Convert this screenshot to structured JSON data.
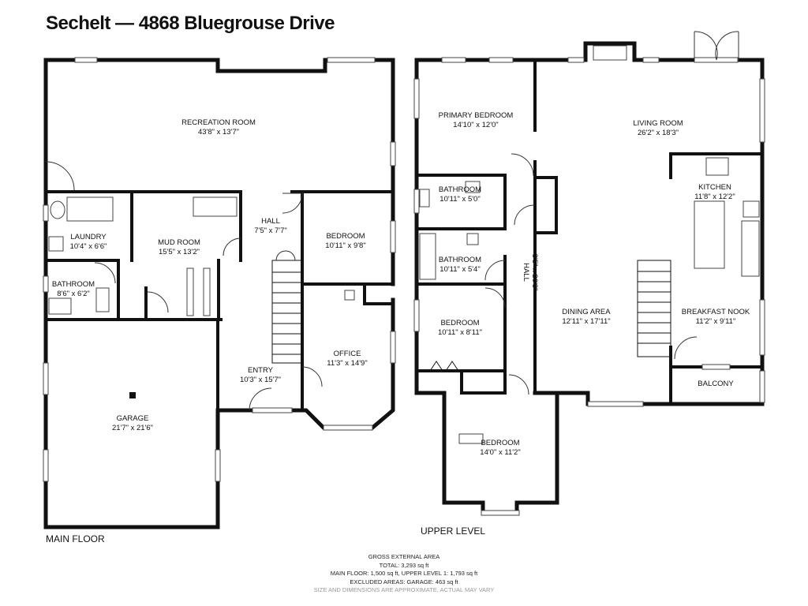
{
  "title": "Sechelt — 4868 Bluegrouse Drive",
  "levels": {
    "main": "MAIN FLOOR",
    "upper": "UPPER LEVEL"
  },
  "rooms": {
    "recreation": {
      "name": "RECREATION ROOM",
      "dim": "43'8\" x 13'7\""
    },
    "laundry": {
      "name": "LAUNDRY",
      "dim": "10'4\" x 6'6\""
    },
    "mud": {
      "name": "MUD ROOM",
      "dim": "15'5\" x 13'2\""
    },
    "hall_main": {
      "name": "HALL",
      "dim": "7'5\" x 7'7\""
    },
    "bedroom_main": {
      "name": "BEDROOM",
      "dim": "10'11\" x 9'8\""
    },
    "bath_main": {
      "name": "BATHROOM",
      "dim": "8'6\" x 6'2\""
    },
    "office": {
      "name": "OFFICE",
      "dim": "11'3\" x 14'9\""
    },
    "entry": {
      "name": "ENTRY",
      "dim": "10'3\" x 15'7\""
    },
    "garage": {
      "name": "GARAGE",
      "dim": "21'7\" x 21'6\""
    },
    "primary": {
      "name": "PRIMARY BEDROOM",
      "dim": "14'10\" x 12'0\""
    },
    "living": {
      "name": "LIVING ROOM",
      "dim": "26'2\" x 18'3\""
    },
    "bath_up1": {
      "name": "BATHROOM",
      "dim": "10'11\" x 5'0\""
    },
    "bath_up2": {
      "name": "BATHROOM",
      "dim": "10'11\" x 5'4\""
    },
    "kitchen": {
      "name": "KITCHEN",
      "dim": "11'8\" x 12'2\""
    },
    "hall_up": {
      "name": "HALL",
      "dim": "3'5\" x 20'3\""
    },
    "dining": {
      "name": "DINING AREA",
      "dim": "12'11\" x 17'11\""
    },
    "breakfast": {
      "name": "BREAKFAST NOOK",
      "dim": "11'2\" x 9'11\""
    },
    "bedroom_up1": {
      "name": "BEDROOM",
      "dim": "10'11\" x 8'11\""
    },
    "balcony": {
      "name": "BALCONY"
    },
    "bedroom_up2": {
      "name": "BEDROOM",
      "dim": "14'0\" x 11'2\""
    }
  },
  "footer": {
    "line1": "GROSS EXTERNAL AREA",
    "line2": "TOTAL: 3,293 sq ft",
    "line3": "MAIN FLOOR: 1,500 sq ft, UPPER LEVEL 1: 1,793 sq ft",
    "line4": "EXCLUDED AREAS: GARAGE: 463 sq ft",
    "line5": "SIZE AND DIMENSIONS ARE APPROXIMATE, ACTUAL MAY VARY"
  }
}
